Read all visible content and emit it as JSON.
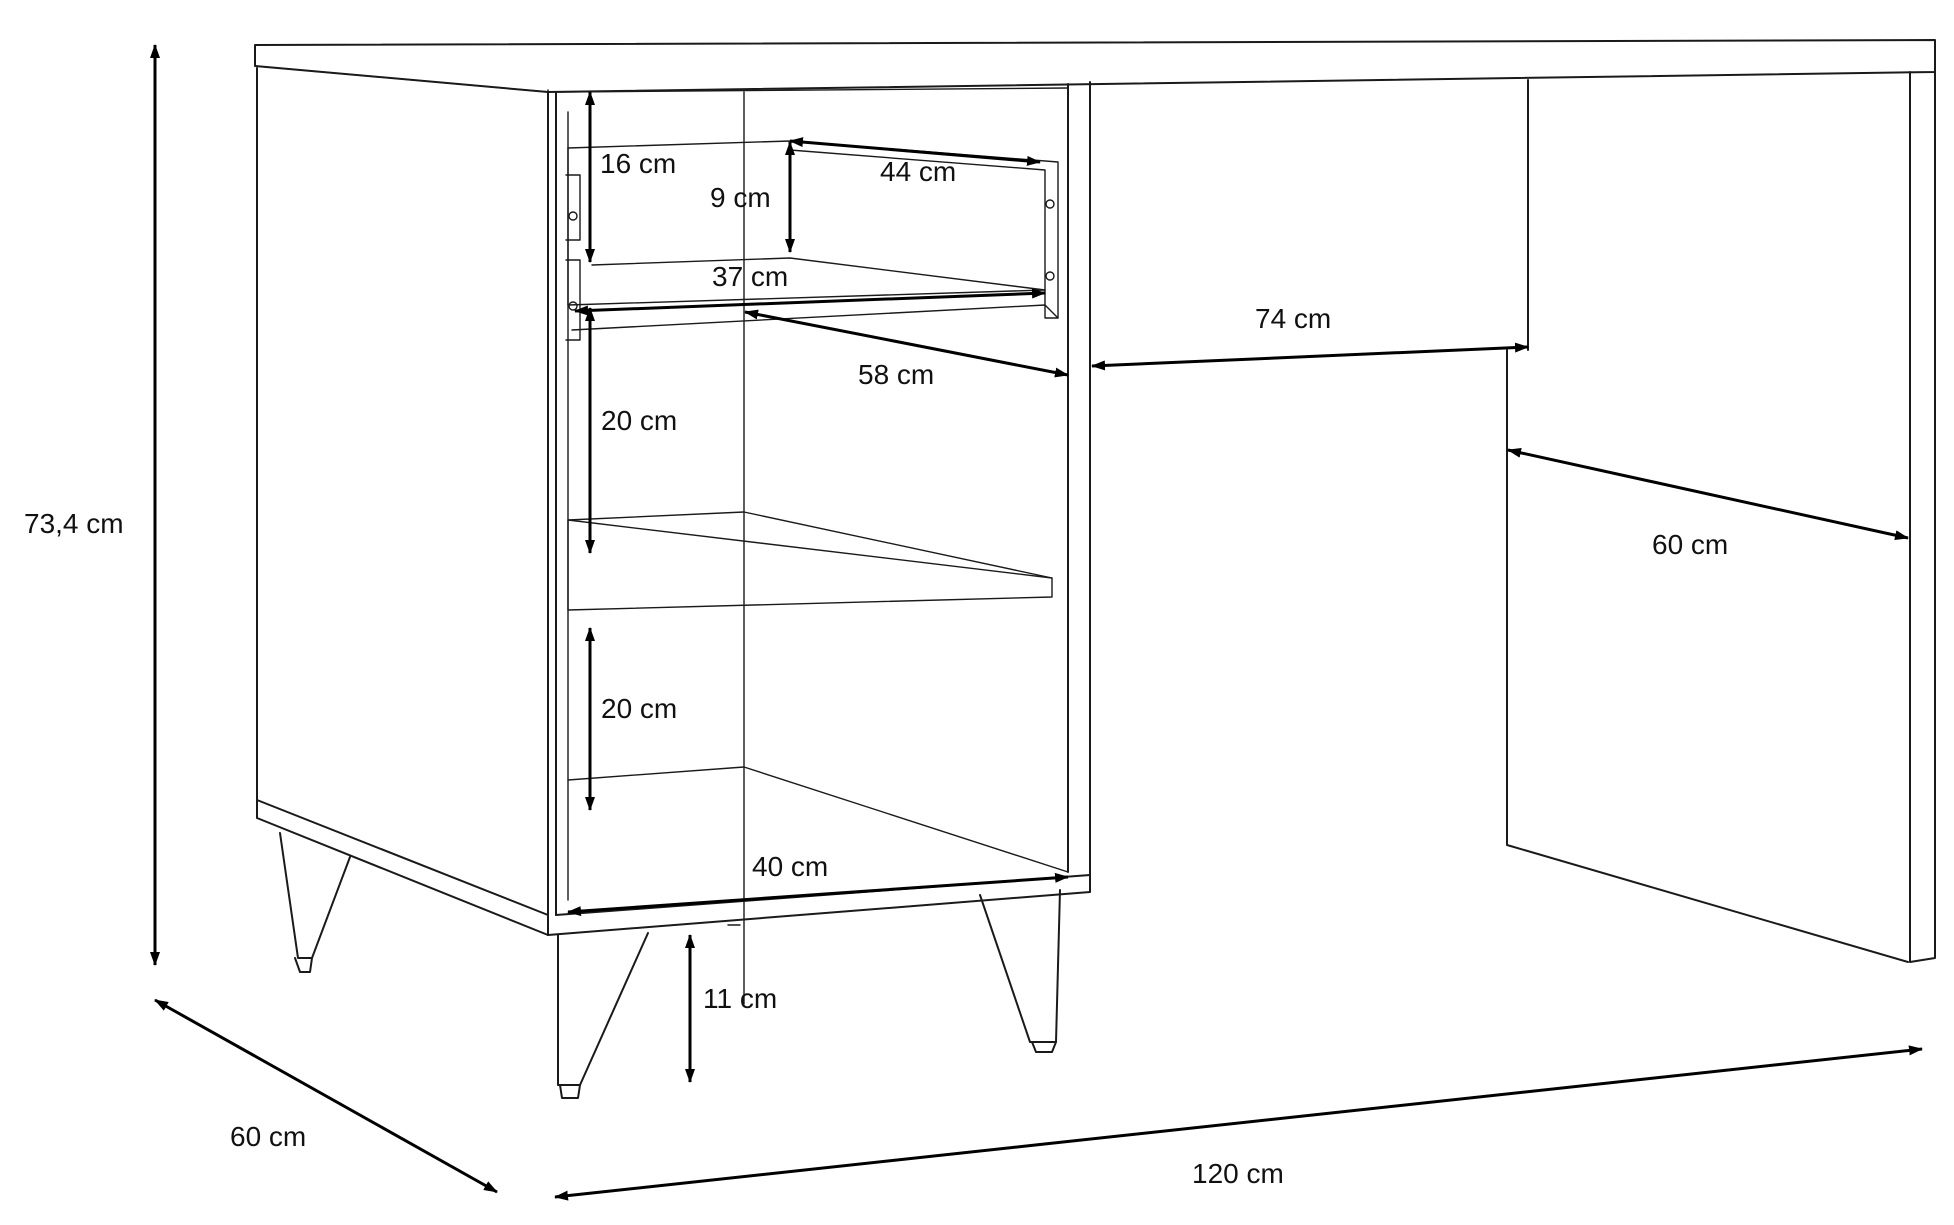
{
  "dimensions": {
    "total_height": "73,4 cm",
    "total_depth": "60 cm",
    "total_width": "120 cm",
    "drawer_height": "16 cm",
    "drawer_inner_height": "9 cm",
    "drawer_width": "44 cm",
    "drawer_depth": "37 cm",
    "cabinet_depth": "58 cm",
    "shelf_upper_gap": "20 cm",
    "shelf_lower_gap": "20 cm",
    "cabinet_inner_width": "40 cm",
    "leg_clearance": "11 cm",
    "knee_space_width": "74 cm",
    "side_panel_depth": "60 cm"
  },
  "colors": {
    "line": "#1a1a1a",
    "background": "#ffffff"
  }
}
